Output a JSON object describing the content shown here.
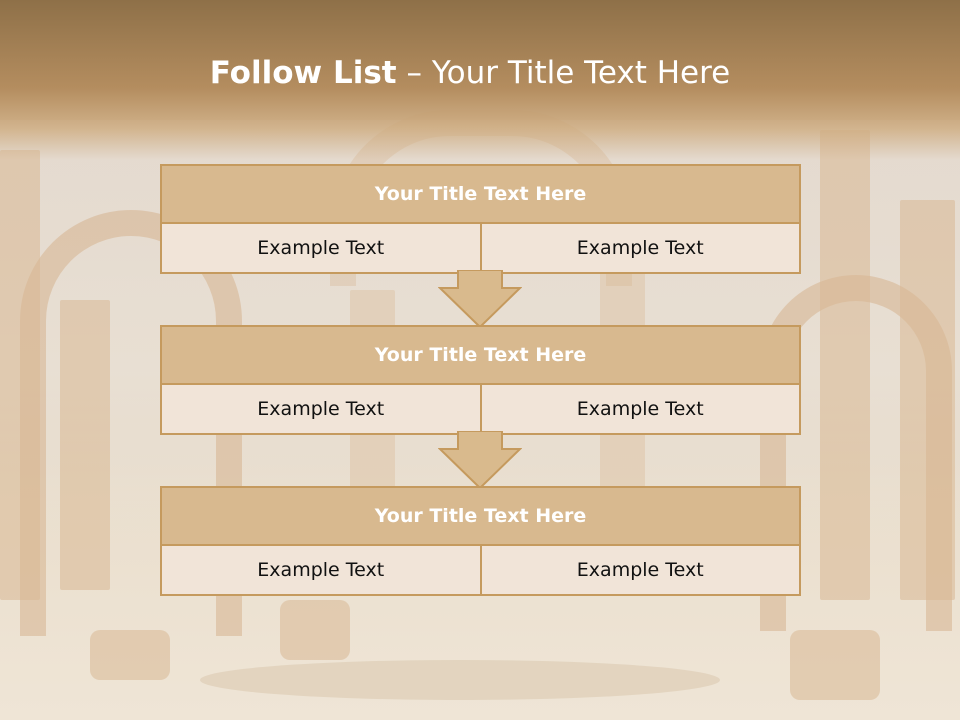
{
  "title": {
    "bold": "Follow List",
    "rest": "– Your Title Text Here"
  },
  "steps": [
    {
      "title": "Your Title Text Here",
      "left": "Example Text",
      "right": "Example Text"
    },
    {
      "title": "Your Title Text Here",
      "left": "Example Text",
      "right": "Example Text"
    },
    {
      "title": "Your Title Text Here",
      "left": "Example Text",
      "right": "Example Text"
    }
  ],
  "colors": {
    "header": "#9a7a4f",
    "box_border": "#c59a5e",
    "box_title_bg": "#d8b98f",
    "cell_bg": "#f1e4d8",
    "arrow_fill": "#d9ba8d"
  },
  "background": "ancient-ruins-photo"
}
